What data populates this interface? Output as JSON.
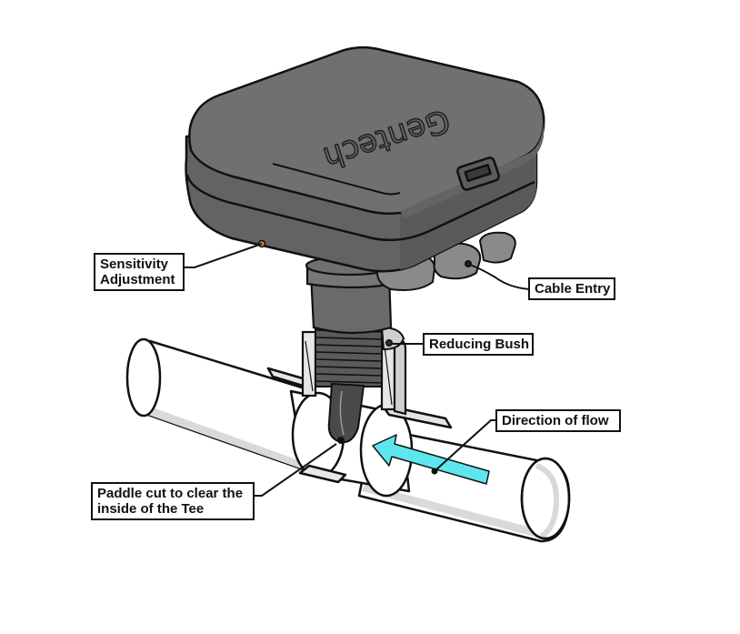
{
  "diagram": {
    "subject": "Paddle flow switch installed in a pipe tee",
    "brand_mark": "Gentech",
    "colors": {
      "housing": "#6b6b6b",
      "housing_top": "#707070",
      "housing_dark": "#555555",
      "outline": "#111111",
      "pipe": "#ffffff",
      "pipe_shade": "#d9d9d9",
      "flow_arrow": "#5ee6ee",
      "paddle": "#4a4a4a"
    },
    "callouts": [
      {
        "id": "sensitivity",
        "lines": [
          "Sensitivity",
          "Adjustment"
        ]
      },
      {
        "id": "cable-entry",
        "lines": [
          "Cable Entry"
        ]
      },
      {
        "id": "reducing-bush",
        "lines": [
          "Reducing Bush"
        ]
      },
      {
        "id": "direction-of-flow",
        "lines": [
          "Direction of flow"
        ]
      },
      {
        "id": "paddle",
        "lines": [
          "Paddle cut to clear the",
          "inside of the Tee"
        ]
      }
    ]
  }
}
